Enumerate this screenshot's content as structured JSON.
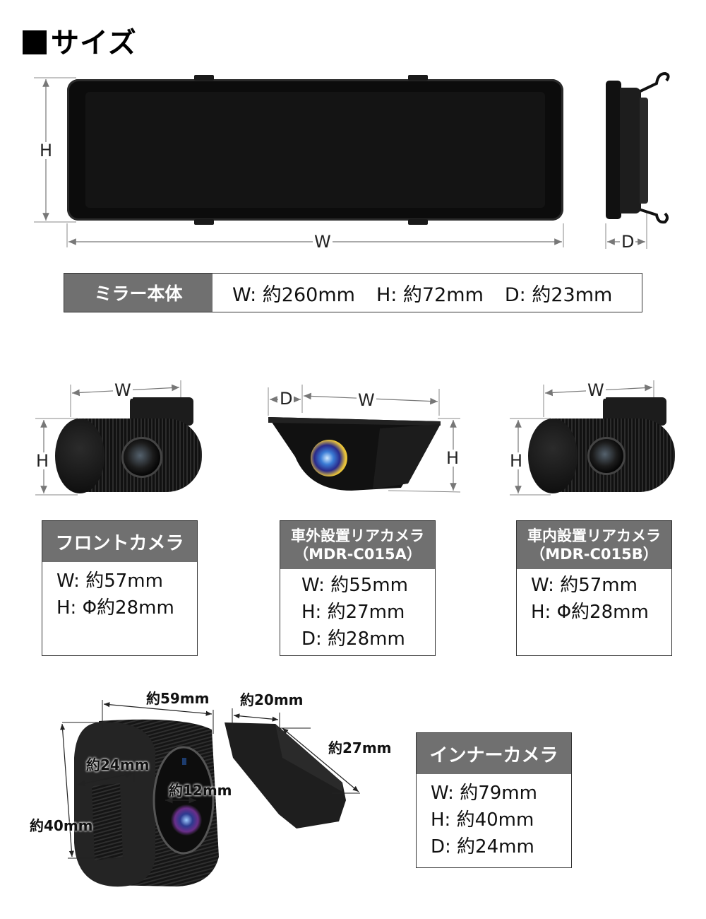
{
  "section_title": "サイズ",
  "mirror": {
    "dim_labels": {
      "h": "H",
      "w": "W",
      "d": "D"
    },
    "spec": {
      "label": "ミラー本体",
      "values": [
        "W: 約260mm",
        "H: 約72mm",
        "D: 約23mm"
      ]
    }
  },
  "cameras": [
    {
      "id": "front",
      "dim_labels": {
        "w": "W",
        "h": "H"
      },
      "title_lines": [
        "フロントカメラ"
      ],
      "values": [
        "W: 約57mm",
        "H: Φ約28mm"
      ]
    },
    {
      "id": "rear-external",
      "dim_labels": {
        "d": "D",
        "w": "W",
        "h": "H"
      },
      "title_lines": [
        "車外設置リアカメラ",
        "（MDR-C015A）"
      ],
      "values": [
        "W: 約55mm",
        "H: 約27mm",
        "D: 約28mm"
      ]
    },
    {
      "id": "rear-internal",
      "dim_labels": {
        "w": "W",
        "h": "H"
      },
      "title_lines": [
        "車内設置リアカメラ",
        "（MDR-C015B）"
      ],
      "values": [
        "W: 約57mm",
        "H: Φ約28mm"
      ]
    }
  ],
  "inner_camera": {
    "dim_labels": {
      "width": "約59mm",
      "mount_depth": "約20mm",
      "mount_length": "約27mm",
      "side_width": "約24mm",
      "lens": "約12mm",
      "height": "約40mm"
    },
    "spec": {
      "title": "インナーカメラ",
      "values": [
        "W: 約79mm",
        "H: 約40mm",
        "D: 約24mm"
      ]
    }
  },
  "colors": {
    "header_bg": "#707070",
    "border": "#333333",
    "product_black": "#0c0c0c",
    "dim_line": "#777777"
  }
}
